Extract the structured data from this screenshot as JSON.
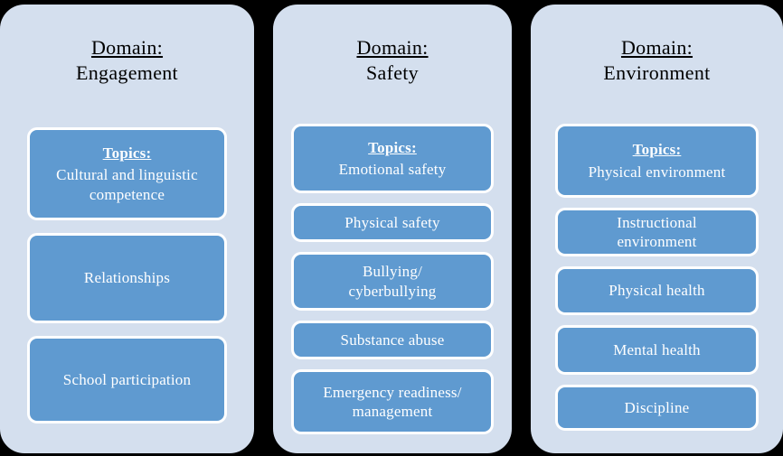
{
  "colors": {
    "background": "#000000",
    "card_bg": "#d4dfee",
    "box_bg": "#5f9ad0",
    "box_border": "#ffffff",
    "domain_text": "#000000",
    "box_text": "#ffffff"
  },
  "columns": [
    {
      "id": "engagement",
      "domain_label": "Domain:",
      "domain_name": "Engagement",
      "topics_label": "Topics:",
      "boxes": [
        {
          "lines": [
            "Cultural and linguistic",
            "competence"
          ]
        },
        {
          "lines": [
            "Relationships"
          ]
        },
        {
          "lines": [
            "School participation"
          ]
        }
      ]
    },
    {
      "id": "safety",
      "domain_label": "Domain:",
      "domain_name": "Safety",
      "topics_label": "Topics:",
      "boxes": [
        {
          "lines": [
            "Emotional safety"
          ]
        },
        {
          "lines": [
            "Physical safety"
          ]
        },
        {
          "lines": [
            "Bullying/",
            "cyberbullying"
          ]
        },
        {
          "lines": [
            "Substance abuse"
          ]
        },
        {
          "lines": [
            "Emergency readiness/",
            "management"
          ]
        }
      ]
    },
    {
      "id": "environment",
      "domain_label": "Domain:",
      "domain_name": "Environment",
      "topics_label": "Topics:",
      "boxes": [
        {
          "lines": [
            "Physical environment"
          ]
        },
        {
          "lines": [
            "Instructional",
            "environment"
          ]
        },
        {
          "lines": [
            "Physical health"
          ]
        },
        {
          "lines": [
            "Mental health"
          ]
        },
        {
          "lines": [
            "Discipline"
          ]
        }
      ]
    }
  ]
}
